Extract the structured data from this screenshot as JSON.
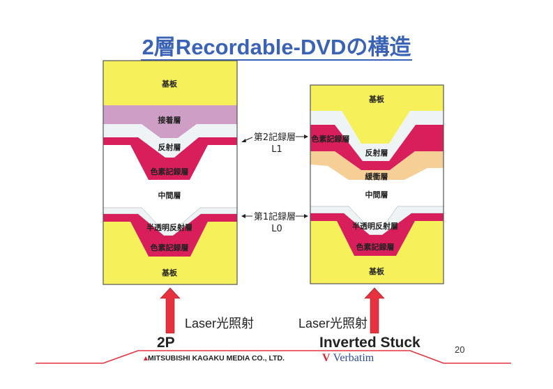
{
  "title": "2層Recordable-DVDの構造",
  "left_diagram": {
    "name": "2P",
    "layers": [
      "基板",
      "接着層",
      "反射層",
      "色素記録層",
      "中間層",
      "半透明反射層",
      "色素記録層",
      "基板"
    ],
    "laser_label": "Laser光照射"
  },
  "right_diagram": {
    "name": "Inverted Stuck",
    "layers": [
      "基板",
      "色素記録層",
      "反射層",
      "緩衝層",
      "中間層",
      "半透明反射層",
      "色素記録層",
      "基板"
    ],
    "laser_label": "Laser光照射"
  },
  "middle_labels": {
    "layer2": "第2記録層",
    "layer2_code": "L1",
    "layer1": "第1記録層",
    "layer1_code": "L0"
  },
  "footer": {
    "company": "MITSUBISHI KAGAKU MEDIA CO., LTD.",
    "brand": "Verbatim",
    "page_number": "20"
  },
  "colors": {
    "substrate": "#f6f05a",
    "adhesive": "#cf9ec6",
    "dye": "#d81f5c",
    "buffer": "#f6cf96",
    "title": "#3a63b8",
    "laser_arrow": "#e5323e"
  }
}
